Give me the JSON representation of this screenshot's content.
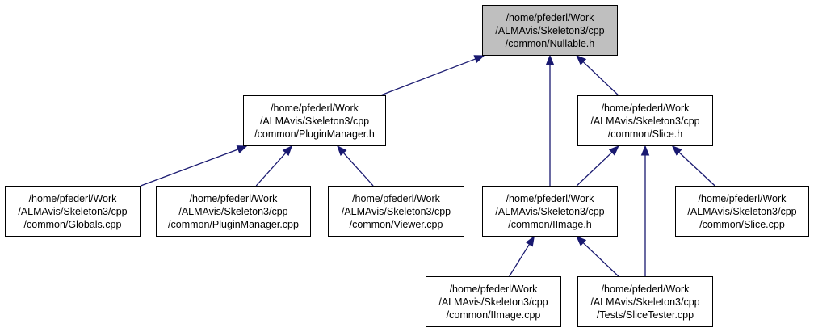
{
  "colors": {
    "edge": "#191970",
    "border": "#000000",
    "current_fill": "#bfbfbf",
    "fill": "#ffffff"
  },
  "nodes": {
    "nullable_h": {
      "lines": [
        "/home/pfederl/Work",
        "/ALMAvis/Skeleton3/cpp",
        "/common/Nullable.h"
      ]
    },
    "pluginmanager_h": {
      "lines": [
        "/home/pfederl/Work",
        "/ALMAvis/Skeleton3/cpp",
        "/common/PluginManager.h"
      ]
    },
    "slice_h": {
      "lines": [
        "/home/pfederl/Work",
        "/ALMAvis/Skeleton3/cpp",
        "/common/Slice.h"
      ]
    },
    "globals_cpp": {
      "lines": [
        "/home/pfederl/Work",
        "/ALMAvis/Skeleton3/cpp",
        "/common/Globals.cpp"
      ]
    },
    "pluginmanager_cpp": {
      "lines": [
        "/home/pfederl/Work",
        "/ALMAvis/Skeleton3/cpp",
        "/common/PluginManager.cpp"
      ]
    },
    "viewer_cpp": {
      "lines": [
        "/home/pfederl/Work",
        "/ALMAvis/Skeleton3/cpp",
        "/common/Viewer.cpp"
      ]
    },
    "iimage_h": {
      "lines": [
        "/home/pfederl/Work",
        "/ALMAvis/Skeleton3/cpp",
        "/common/IImage.h"
      ]
    },
    "slice_cpp": {
      "lines": [
        "/home/pfederl/Work",
        "/ALMAvis/Skeleton3/cpp",
        "/common/Slice.cpp"
      ]
    },
    "iimage_cpp": {
      "lines": [
        "/home/pfederl/Work",
        "/ALMAvis/Skeleton3/cpp",
        "/common/IImage.cpp"
      ]
    },
    "slicetester_cpp": {
      "lines": [
        "/home/pfederl/Work",
        "/ALMAvis/Skeleton3/cpp",
        "/Tests/SliceTester.cpp"
      ]
    }
  },
  "edges": [
    {
      "from": "pluginmanager_h",
      "to": "nullable_h"
    },
    {
      "from": "iimage_h",
      "to": "nullable_h"
    },
    {
      "from": "slice_h",
      "to": "nullable_h"
    },
    {
      "from": "globals_cpp",
      "to": "pluginmanager_h"
    },
    {
      "from": "pluginmanager_cpp",
      "to": "pluginmanager_h"
    },
    {
      "from": "viewer_cpp",
      "to": "pluginmanager_h"
    },
    {
      "from": "iimage_h",
      "to": "slice_h"
    },
    {
      "from": "slicetester_cpp",
      "to": "slice_h"
    },
    {
      "from": "slice_cpp",
      "to": "slice_h"
    },
    {
      "from": "iimage_cpp",
      "to": "iimage_h"
    },
    {
      "from": "slicetester_cpp",
      "to": "iimage_h"
    }
  ]
}
